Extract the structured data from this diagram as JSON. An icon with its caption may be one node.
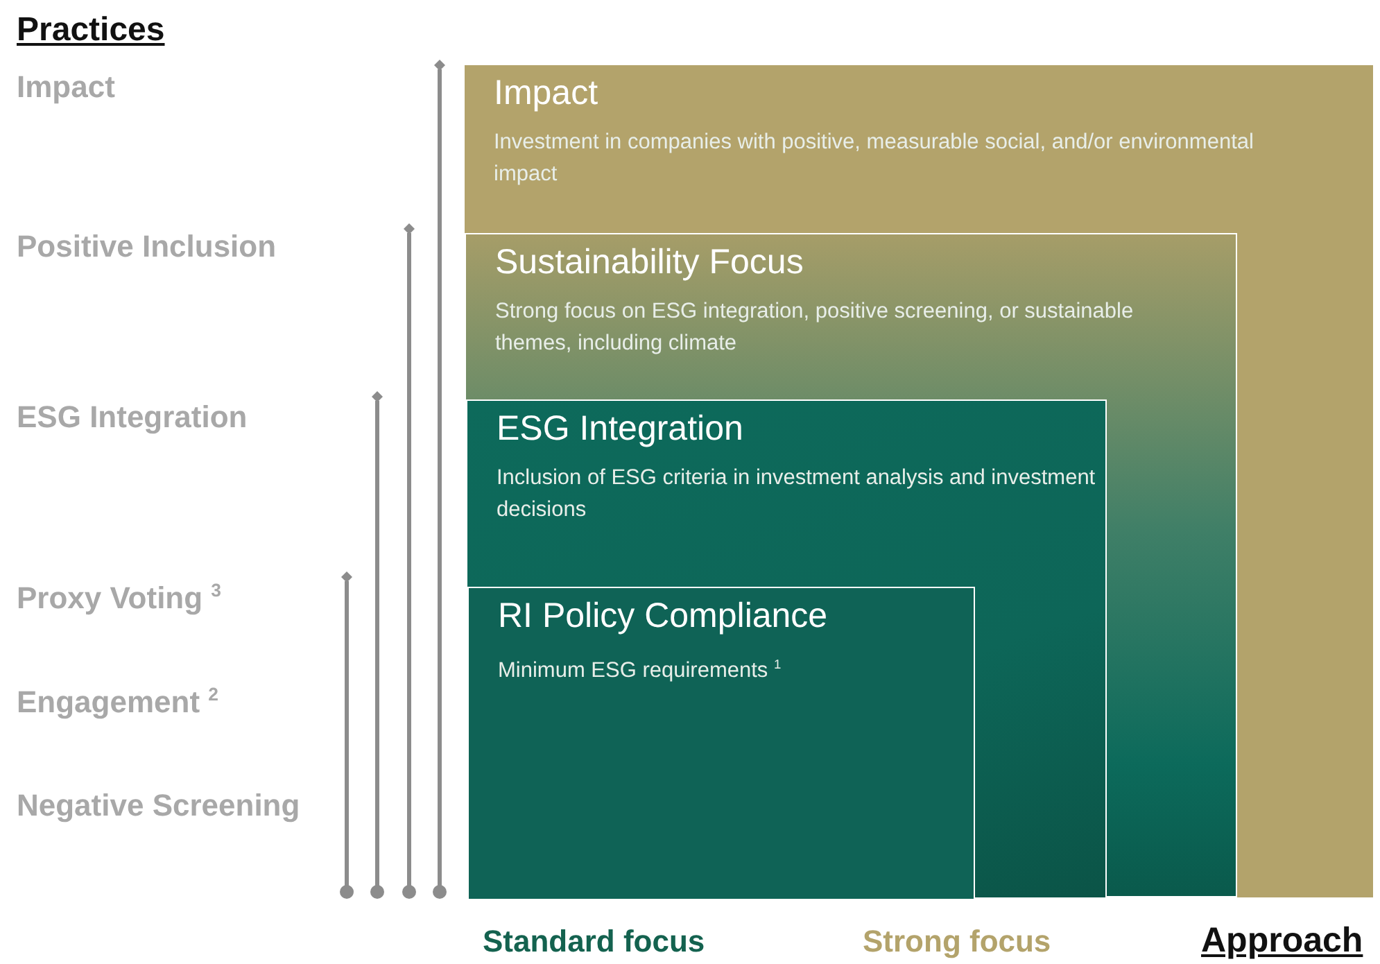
{
  "diagram": {
    "nodes": [
      {
        "text": [
          "Impact",
          "Investment in companies with positive, measurable social, and/or environmental impact"
        ]
      },
      {
        "text": [
          "Sustainability Focus",
          "Strong focus on ESG integration, positive screening, or sustainable themes, including climate"
        ],
        "in": 0
      },
      {
        "text": [
          "ESG Integration",
          "Inclusion of ESG criteria in investment analysis and investment decisions"
        ],
        "in": 1
      },
      {
        "text": [
          "RI Policy Compliance",
          "Minimum ESG requirements $^{1}$"
        ],
        "in": 2
      }
    ],
    "edges": [],
    "labels": [
      "Practices",
      "Impact",
      "Positive Inclusion",
      "ESG Integration",
      "Proxy Voting $^{3}$",
      "Engagement $^{2}$",
      "Negative Screening",
      "Standard focus",
      "Strong focus",
      "Approach"
    ]
  }
}
